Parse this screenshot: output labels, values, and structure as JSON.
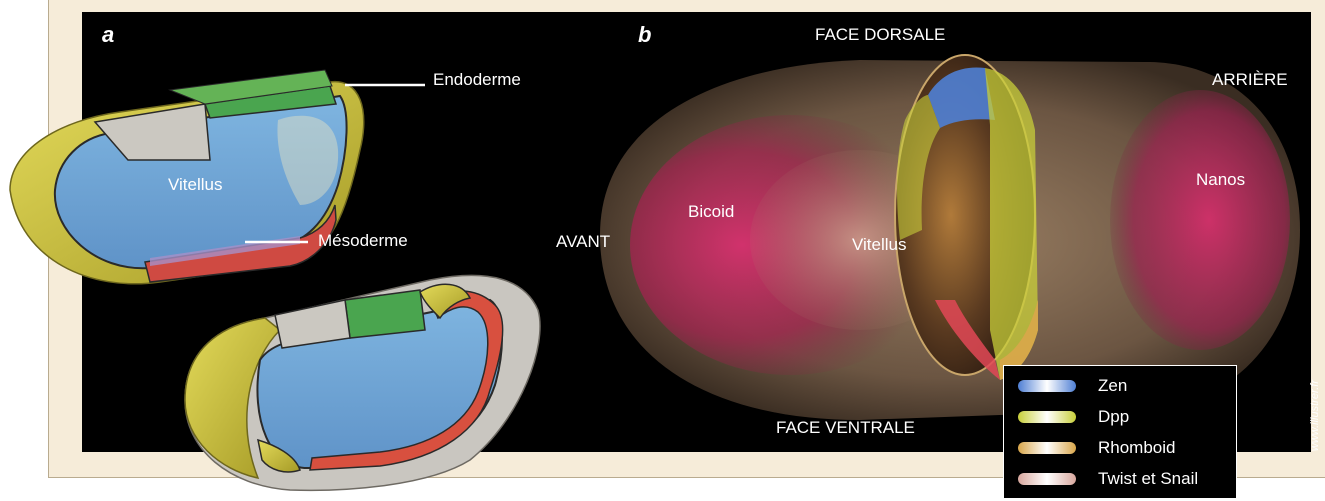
{
  "panels": {
    "a": {
      "letter": "a"
    },
    "b": {
      "letter": "b"
    }
  },
  "labels_a": {
    "endoderme": "Endoderme",
    "vitellus": "Vitellus",
    "mesoderme": "Mésoderme"
  },
  "labels_b": {
    "face_dorsale": "FACE DORSALE",
    "face_ventrale": "FACE VENTRALE",
    "arriere": "ARRIÈRE",
    "avant": "AVANT",
    "bicoid": "Bicoid",
    "vitellus": "Vitellus",
    "nanos": "Nanos"
  },
  "legend": {
    "items": [
      {
        "label": "Zen",
        "color": "#4f7fd4"
      },
      {
        "label": "Dpp",
        "color": "#c8cf3a"
      },
      {
        "label": "Rhomboid",
        "color": "#d9a64a"
      },
      {
        "label": "Twist et Snail",
        "color": "#d8a79e"
      }
    ]
  },
  "credit": "www.illustrer.fr",
  "colors": {
    "ectoderm_yellow": "#d2c93e",
    "endoderm_green": "#4da651",
    "yolk_blue": "#6fa6d6",
    "mesoderm_red": "#cf4a42",
    "grey": "#c9c6c0",
    "bicoid_magenta": "#b8245a",
    "embryo_brown": "#7b6552"
  }
}
